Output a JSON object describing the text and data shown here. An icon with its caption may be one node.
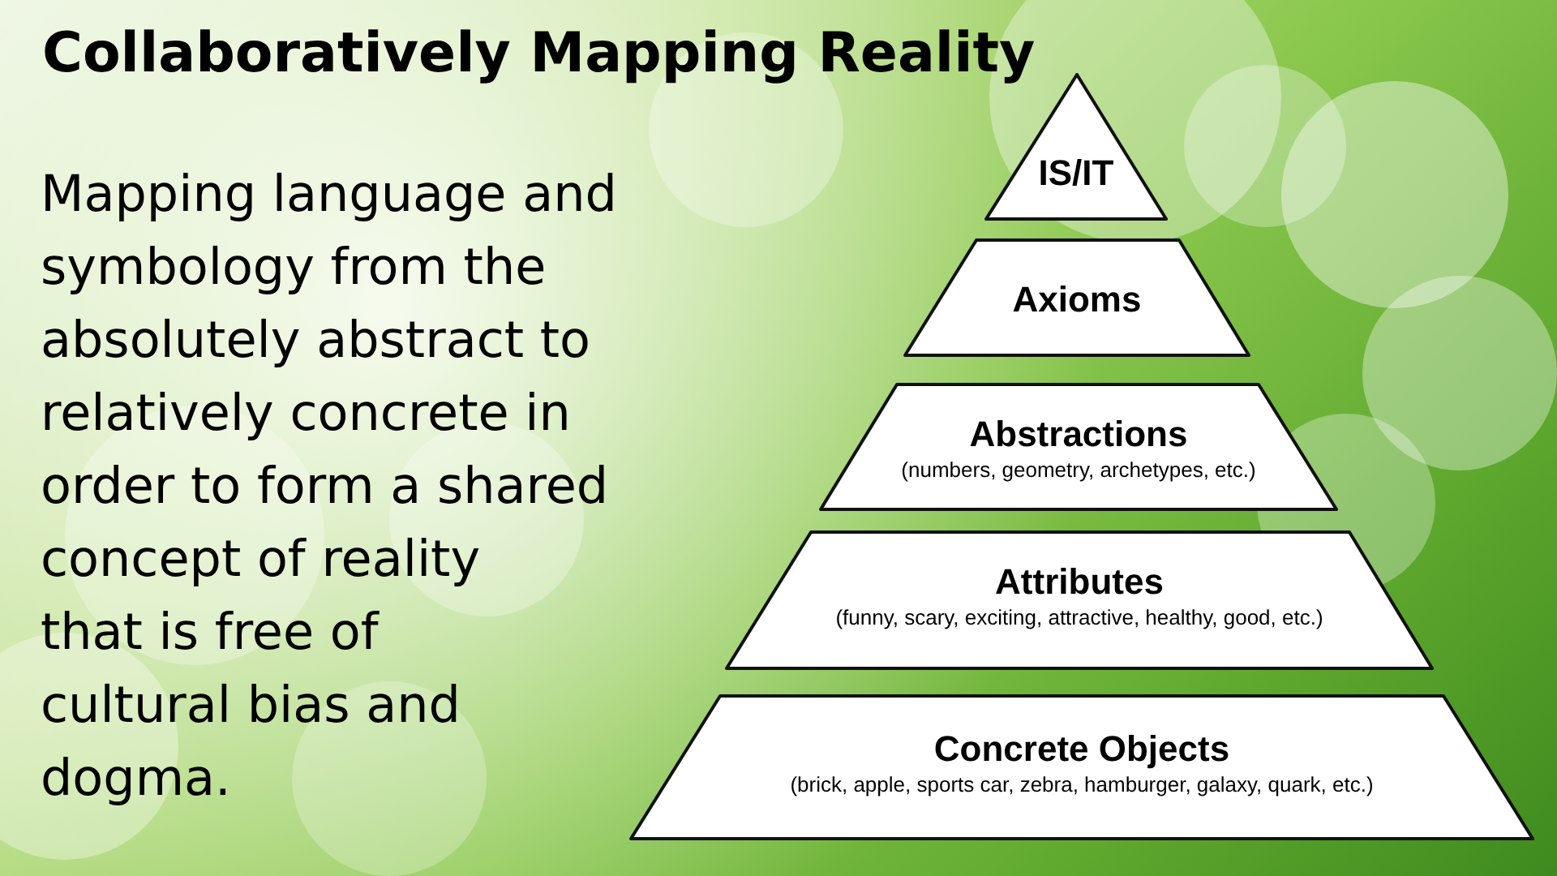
{
  "diagram": {
    "title": "Collaboratively Mapping Reality",
    "nodes": [
      {
        "text": [
          "IS/IT"
        ]
      },
      {
        "text": [
          "Axioms"
        ]
      },
      {
        "text": [
          "Abstractions",
          "(numbers, geometry, archetypes, etc.)"
        ]
      },
      {
        "text": [
          "Attributes",
          "(funny, scary, exciting, attractive, healthy, good, etc.)"
        ]
      },
      {
        "text": [
          "Concrete Objects",
          "(brick, apple, sports car, zebra, hamburger, galaxy, quark, etc.)"
        ]
      }
    ],
    "edges": [],
    "labels": [
      "Mapping language and symbology from the absolutely abstract to relatively concrete in order to form a shared concept of reality that is free of cultural bias and dogma."
    ]
  }
}
